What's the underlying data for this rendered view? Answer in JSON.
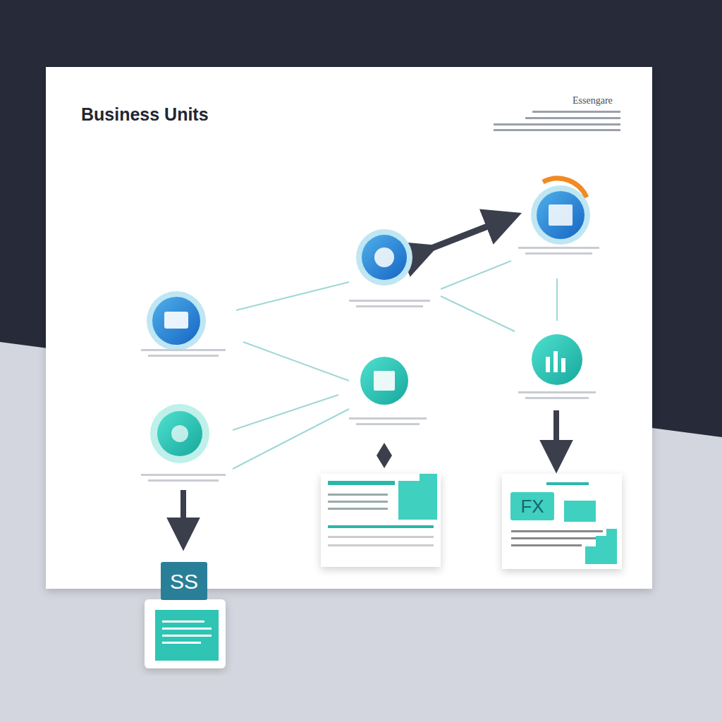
{
  "diagram": {
    "title": "Business Units",
    "nodes": [
      {
        "text": [
          "FX"
        ]
      },
      {
        "text": [
          "SS"
        ]
      }
    ],
    "labels": [
      "Essengare"
    ]
  }
}
